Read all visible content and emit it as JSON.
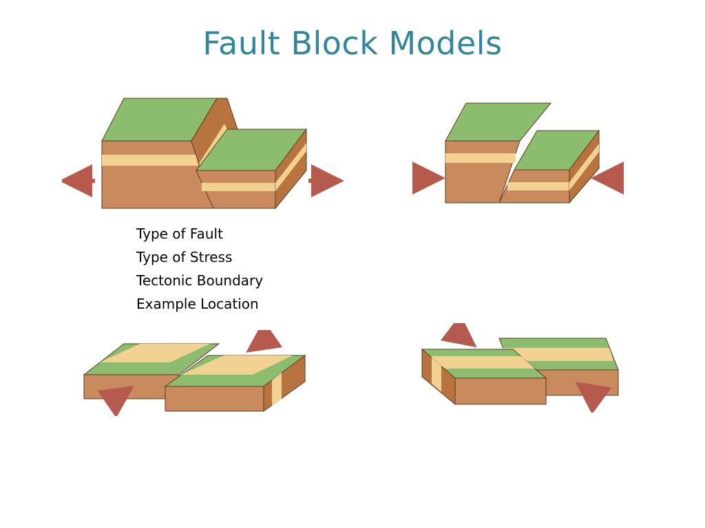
{
  "slide": {
    "title": "Fault Block Models"
  },
  "labels": [
    "Type of Fault",
    "Type of Stress",
    "Tectonic Boundary",
    "Example Location"
  ],
  "colors": {
    "title": "#31859c",
    "grass_top": "#8cbd6f",
    "rock_brown": "#c98a5e",
    "rock_face_dark": "#b8743f",
    "sand_band": "#f2d293",
    "arrow": "#b55a4c",
    "outline": "#5a3a22"
  },
  "diagrams": [
    {
      "icon": "normal-fault-block-icon",
      "stress_arrows": "pointing-outward"
    },
    {
      "icon": "reverse-fault-block-icon",
      "stress_arrows": "pointing-inward"
    },
    {
      "icon": "strike-slip-fault-block-icon",
      "stress_arrows": "opposite-horizontal"
    },
    {
      "icon": "strike-slip-fault-block-icon",
      "stress_arrows": "opposite-horizontal"
    }
  ]
}
